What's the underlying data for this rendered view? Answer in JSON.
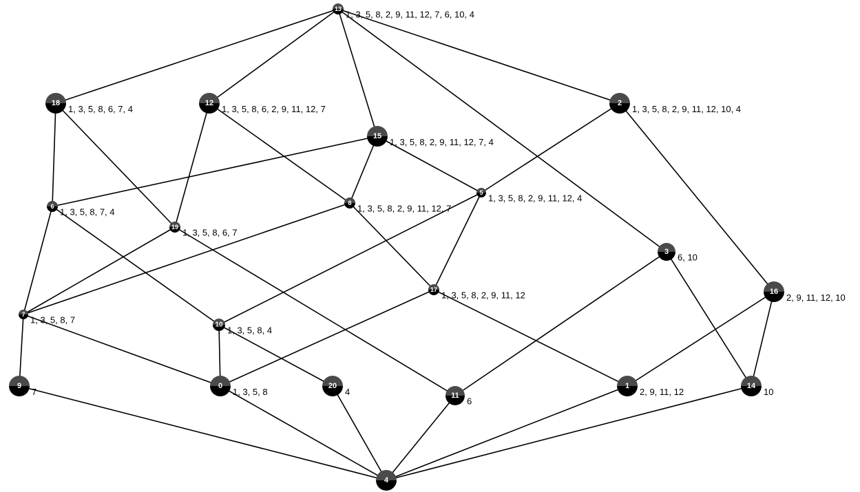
{
  "graph": {
    "nodes": [
      {
        "id": "0",
        "label": "1, 3, 5, 8"
      },
      {
        "id": "1",
        "label": "2, 9, 11, 12"
      },
      {
        "id": "2",
        "label": "1, 3, 5, 8, 2, 9, 11, 12, 10, 4"
      },
      {
        "id": "3",
        "label": "6, 10"
      },
      {
        "id": "4",
        "label": ""
      },
      {
        "id": "5",
        "label": "1, 3, 5, 8, 2, 9, 11, 12, 4"
      },
      {
        "id": "6",
        "label": "1, 3, 5, 8, 7, 4"
      },
      {
        "id": "7",
        "label": "1, 3, 5, 8, 7"
      },
      {
        "id": "8",
        "label": "1, 3, 5, 8, 2, 9, 11, 12, 7"
      },
      {
        "id": "9",
        "label": "7"
      },
      {
        "id": "10",
        "label": "1, 3, 5, 8, 4"
      },
      {
        "id": "11",
        "label": "6"
      },
      {
        "id": "12",
        "label": "1, 3, 5, 8, 6, 2, 9, 11, 12, 7"
      },
      {
        "id": "13",
        "label": "1, 3, 5, 8, 2, 9, 11, 12, 7, 6, 10, 4"
      },
      {
        "id": "14",
        "label": "10"
      },
      {
        "id": "15",
        "label": "1, 3, 5, 8, 2, 9, 11, 12, 7, 4"
      },
      {
        "id": "16",
        "label": "2, 9, 11, 12, 10"
      },
      {
        "id": "17",
        "label": "1, 3, 5, 8, 2, 9, 11, 12"
      },
      {
        "id": "18",
        "label": "1, 3, 5, 8, 6, 7, 4"
      },
      {
        "id": "19",
        "label": "1, 3, 5, 8, 6, 7"
      },
      {
        "id": "20",
        "label": "4"
      }
    ],
    "edges": [
      [
        "13",
        "18"
      ],
      [
        "13",
        "12"
      ],
      [
        "13",
        "15"
      ],
      [
        "13",
        "2"
      ],
      [
        "13",
        "3"
      ],
      [
        "18",
        "6"
      ],
      [
        "18",
        "19"
      ],
      [
        "12",
        "19"
      ],
      [
        "12",
        "8"
      ],
      [
        "15",
        "6"
      ],
      [
        "15",
        "8"
      ],
      [
        "15",
        "5"
      ],
      [
        "2",
        "5"
      ],
      [
        "2",
        "16"
      ],
      [
        "5",
        "10"
      ],
      [
        "5",
        "17"
      ],
      [
        "6",
        "7"
      ],
      [
        "6",
        "10"
      ],
      [
        "8",
        "7"
      ],
      [
        "8",
        "17"
      ],
      [
        "19",
        "7"
      ],
      [
        "19",
        "11"
      ],
      [
        "17",
        "0"
      ],
      [
        "17",
        "1"
      ],
      [
        "3",
        "11"
      ],
      [
        "3",
        "14"
      ],
      [
        "16",
        "1"
      ],
      [
        "16",
        "14"
      ],
      [
        "7",
        "9"
      ],
      [
        "7",
        "0"
      ],
      [
        "10",
        "0"
      ],
      [
        "10",
        "20"
      ],
      [
        "9",
        "4"
      ],
      [
        "0",
        "4"
      ],
      [
        "20",
        "4"
      ],
      [
        "11",
        "4"
      ],
      [
        "1",
        "4"
      ],
      [
        "14",
        "4"
      ]
    ]
  }
}
